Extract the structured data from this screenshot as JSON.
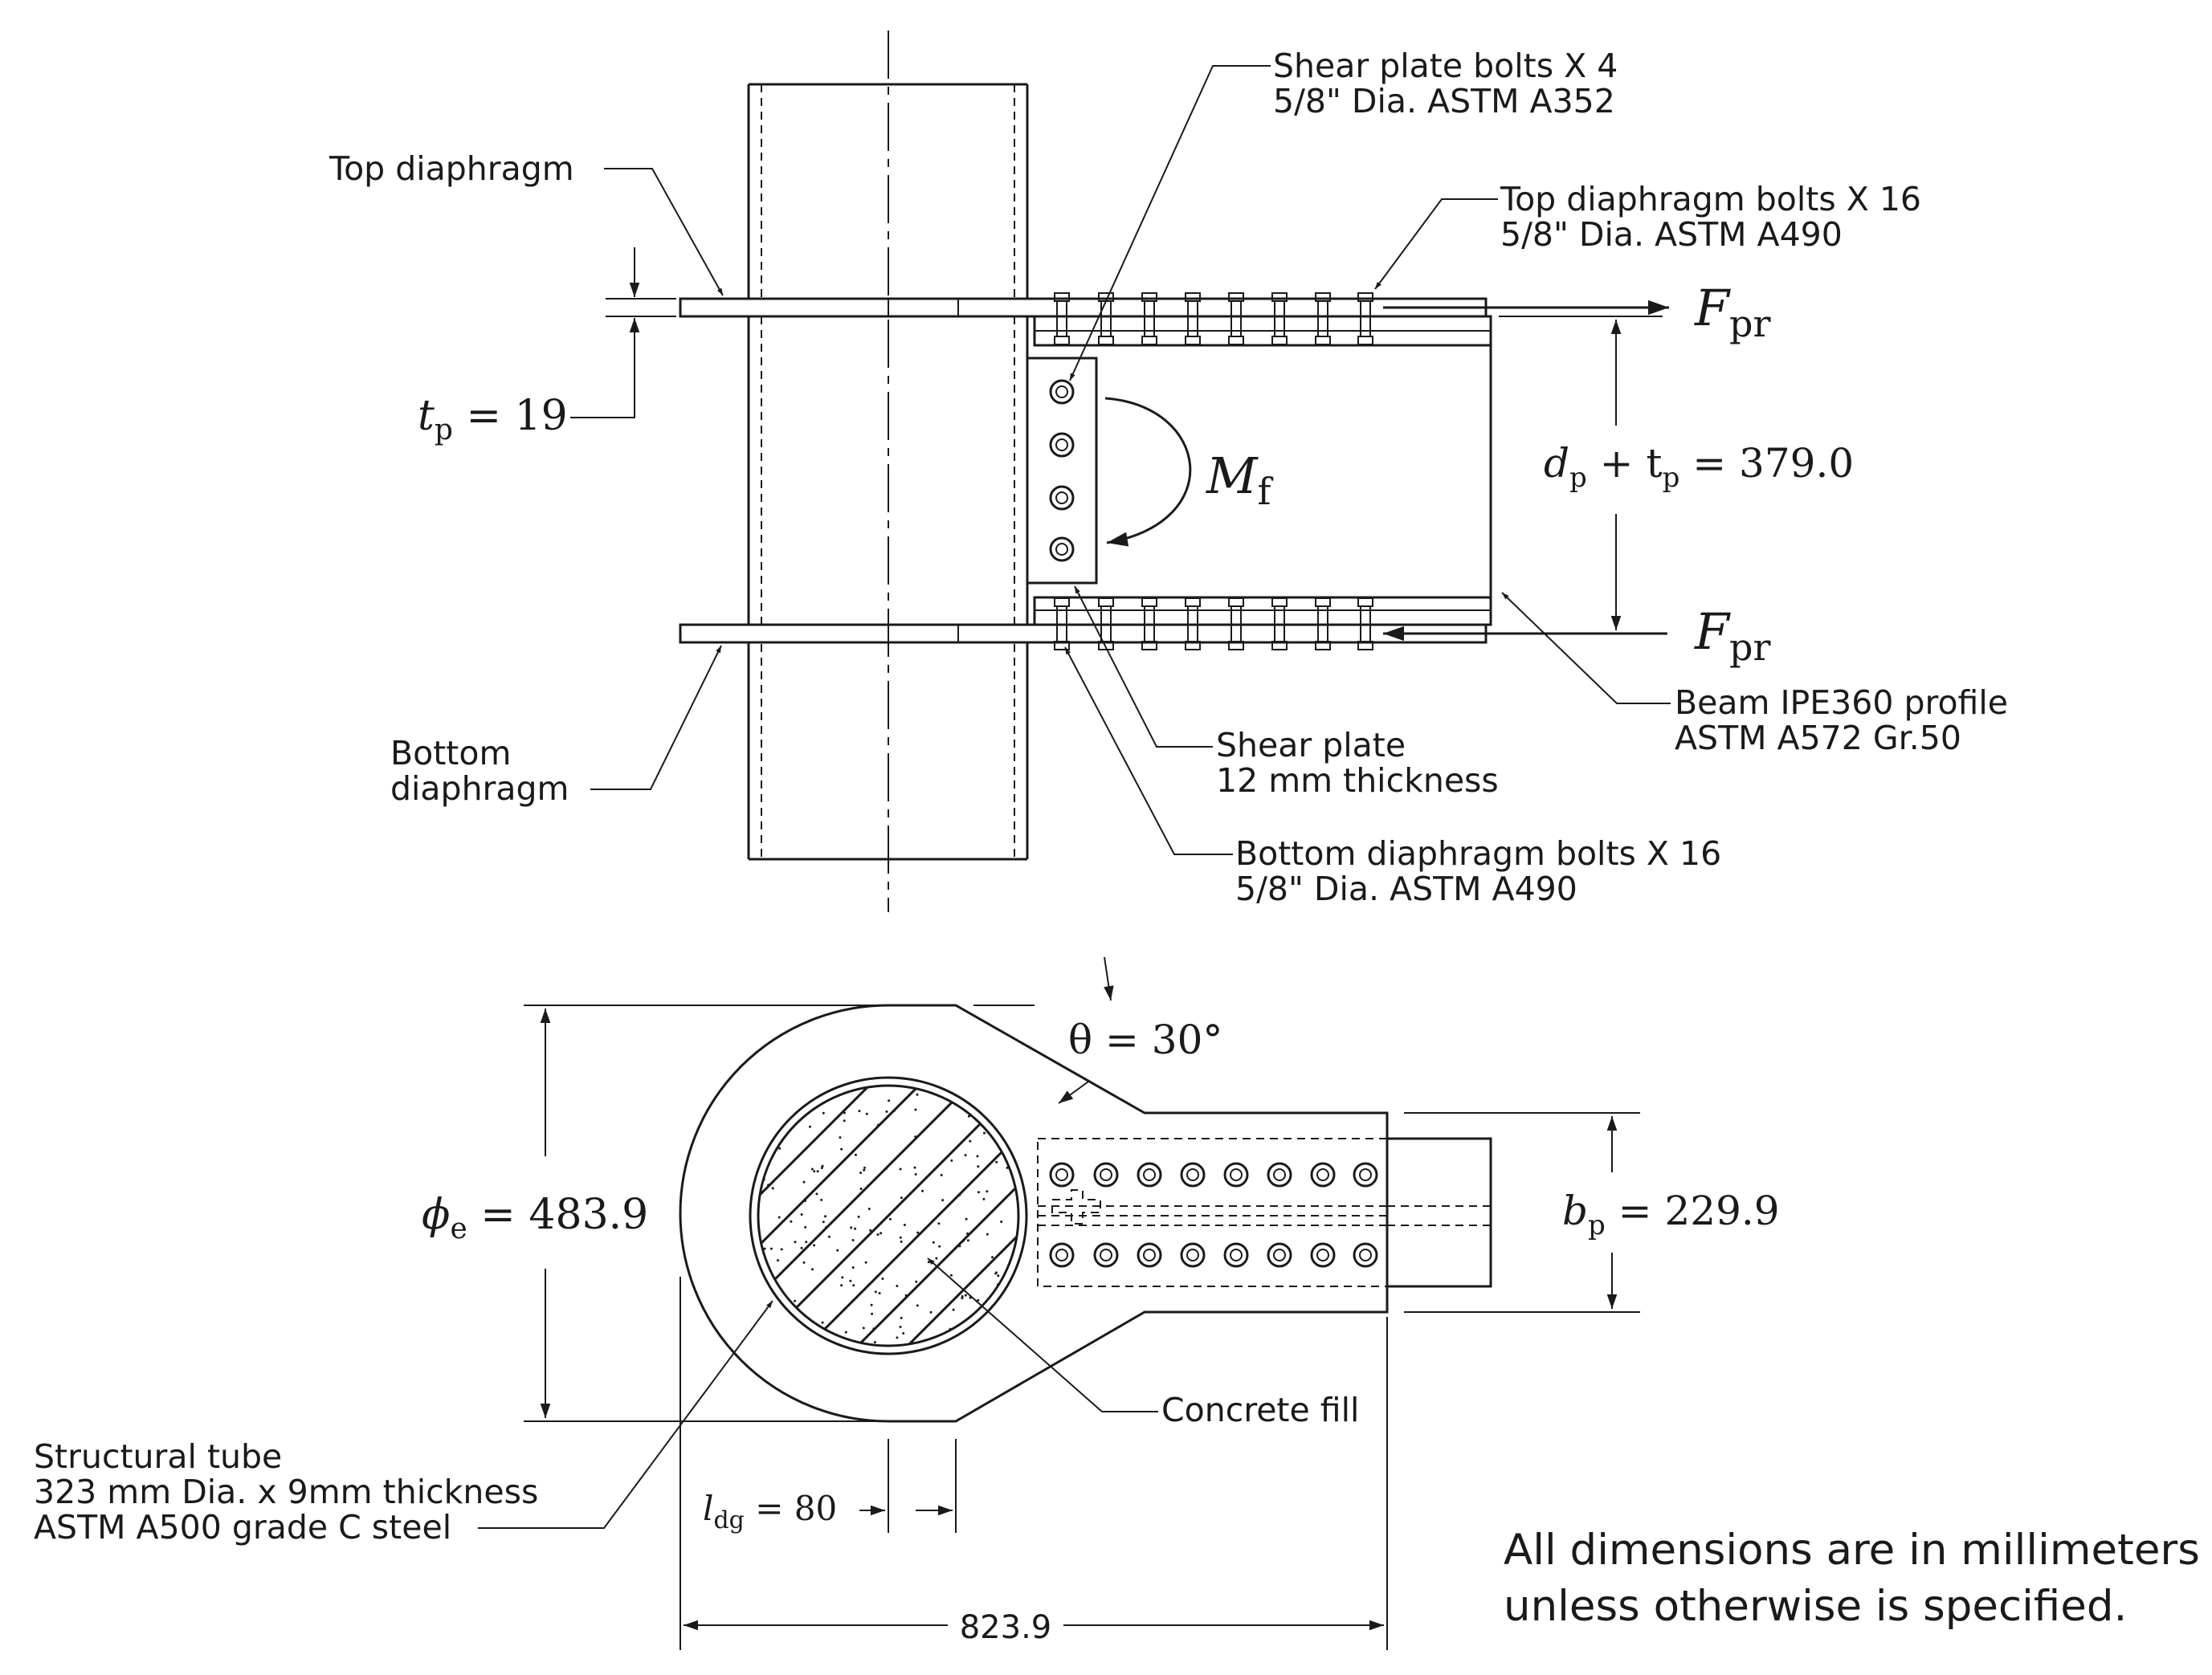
{
  "elevation": {
    "labels": {
      "top_diaphragm": "Top diaphragm",
      "bottom_diaphragm_1": "Bottom",
      "bottom_diaphragm_2": "diaphragm",
      "shear_bolts_1": "Shear plate bolts X 4",
      "shear_bolts_2": "5/8\" Dia. ASTM A352",
      "top_bolts_1": "Top diaphragm bolts X 16",
      "top_bolts_2": "5/8\" Dia. ASTM A490",
      "bottom_bolts_1": "Bottom diaphragm bolts X 16",
      "bottom_bolts_2": "5/8\" Dia. ASTM A490",
      "shear_plate_1": "Shear plate",
      "shear_plate_2": "12 mm thickness",
      "beam_1": "Beam IPE360 profile",
      "beam_2": "ASTM A572 Gr.50"
    },
    "symbols": {
      "tp_main": "t",
      "tp_sub": "p",
      "tp_value": " = 19",
      "fpr_main": "F",
      "fpr_sub": "pr",
      "mf_main": "M",
      "mf_sub": "f",
      "dp_main": "d",
      "dp_sub": "p",
      "dp_plus": " + t",
      "dp_sub2": "p",
      "dp_value": " = 379.0"
    }
  },
  "plan": {
    "labels": {
      "concrete_fill": "Concrete fill",
      "tube_1": "Structural tube",
      "tube_2": "323 mm Dia. x 9mm thickness",
      "tube_3": "ASTM A500 grade C steel"
    },
    "symbols": {
      "theta": "θ = 30°",
      "phi_main": "ϕ",
      "phi_sub": "e",
      "phi_value": " = 483.9",
      "bp_main": "b",
      "bp_sub": "p",
      "bp_value": " = 229.9",
      "ldg_main": "l",
      "ldg_sub": "dg",
      "ldg_value": " = 80",
      "overall": "823.9"
    }
  },
  "note": {
    "line_1": "All dimensions are in millimeters",
    "line_2": "unless otherwise is specified."
  }
}
